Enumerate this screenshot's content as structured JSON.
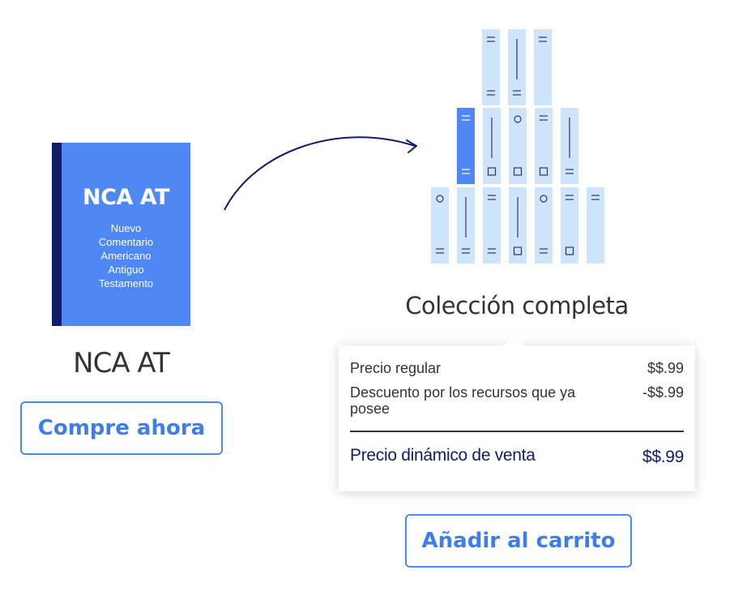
{
  "book": {
    "abbr": "NCA AT",
    "subtitle_lines": [
      "Nuevo",
      "Comentario",
      "Americano",
      "Antiguo",
      "Testamento"
    ],
    "cover_color": "#4f88f5",
    "spine_color": "#101d66"
  },
  "product": {
    "title": "NCA AT",
    "buy_button": "Compre ahora"
  },
  "collection": {
    "title": "Colección completa",
    "volume_color": "#cde4fb",
    "highlight_color": "#4f88f5"
  },
  "pricing": {
    "regular_label": "Precio regular",
    "regular_value": "$$.99",
    "discount_label": "Descuento por los recursos que ya posee",
    "discount_value": "-$$.99",
    "dynamic_label": "Precio dinámico de venta",
    "dynamic_value": "$$.99"
  },
  "cart": {
    "button": "Añadir al carrito"
  },
  "colors": {
    "accent": "#4f88f5",
    "dark_navy": "#101d66",
    "text": "#333333"
  }
}
